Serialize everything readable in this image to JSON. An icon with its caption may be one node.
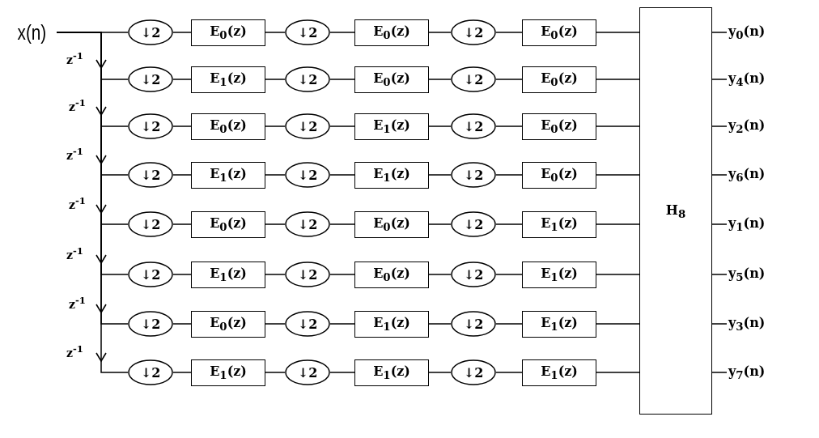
{
  "diagram": {
    "nodes": [
      {
        "text": [
          "x(n)"
        ]
      },
      {
        "text": [
          "↓2"
        ]
      },
      {
        "text": [
          "E$_{0}$(z)"
        ]
      },
      {
        "text": [
          "↓2"
        ]
      },
      {
        "text": [
          "E$_{0}$(z)"
        ]
      },
      {
        "text": [
          "↓2"
        ]
      },
      {
        "text": [
          "E$_{0}$(z)"
        ]
      },
      {
        "text": [
          "↓2"
        ]
      },
      {
        "text": [
          "E$_{1}$(z)"
        ]
      },
      {
        "text": [
          "↓2"
        ]
      },
      {
        "text": [
          "E$_{0}$(z)"
        ]
      },
      {
        "text": [
          "↓2"
        ]
      },
      {
        "text": [
          "E$_{0}$(z)"
        ]
      },
      {
        "text": [
          "↓2"
        ]
      },
      {
        "text": [
          "E$_{0}$(z)"
        ]
      },
      {
        "text": [
          "↓2"
        ]
      },
      {
        "text": [
          "E$_{1}$(z)"
        ]
      },
      {
        "text": [
          "↓2"
        ]
      },
      {
        "text": [
          "E$_{0}$(z)"
        ]
      },
      {
        "text": [
          "↓2"
        ]
      },
      {
        "text": [
          "E$_{1}$(z)"
        ]
      },
      {
        "text": [
          "↓2"
        ]
      },
      {
        "text": [
          "E$_{1}$(z)"
        ]
      },
      {
        "text": [
          "↓2"
        ]
      },
      {
        "text": [
          "E$_{0}$(z)"
        ]
      },
      {
        "text": [
          "↓2"
        ]
      },
      {
        "text": [
          "E$_{0}$(z)"
        ]
      },
      {
        "text": [
          "↓2"
        ]
      },
      {
        "text": [
          "E$_{0}$(z)"
        ]
      },
      {
        "text": [
          "↓2"
        ]
      },
      {
        "text": [
          "E$_{1}$(z)"
        ]
      },
      {
        "text": [
          "↓2"
        ]
      },
      {
        "text": [
          "E$_{1}$(z)"
        ]
      },
      {
        "text": [
          "↓2"
        ]
      },
      {
        "text": [
          "E$_{0}$(z)"
        ]
      },
      {
        "text": [
          "↓2"
        ]
      },
      {
        "text": [
          "E$_{1}$(z)"
        ]
      },
      {
        "text": [
          "↓2"
        ]
      },
      {
        "text": [
          "E$_{0}$(z)"
        ]
      },
      {
        "text": [
          "↓2"
        ]
      },
      {
        "text": [
          "E$_{1}$(z)"
        ]
      },
      {
        "text": [
          "↓2"
        ]
      },
      {
        "text": [
          "E$_{1}$(z)"
        ]
      },
      {
        "text": [
          "↓2"
        ]
      },
      {
        "text": [
          "E$_{1}$(z)"
        ]
      },
      {
        "text": [
          "↓2"
        ]
      },
      {
        "text": [
          "E$_{1}$(z)"
        ]
      },
      {
        "text": [
          "↓2"
        ]
      },
      {
        "text": [
          "E$_{1}$(z)"
        ]
      },
      {
        "text": [
          "H$_{8}$"
        ]
      },
      {
        "text": [
          "y$_{0}$(n)"
        ]
      },
      {
        "text": [
          "y$_{4}$(n)"
        ]
      },
      {
        "text": [
          "y$_{2}$(n)"
        ]
      },
      {
        "text": [
          "y$_{6}$(n)"
        ]
      },
      {
        "text": [
          "y$_{1}$(n)"
        ]
      },
      {
        "text": [
          "y$_{5}$(n)"
        ]
      },
      {
        "text": [
          "y$_{3}$(n)"
        ]
      },
      {
        "text": [
          "y$_{7}$(n)"
        ]
      }
    ],
    "edges": [
      {
        "from": 0,
        "to": 1,
        "arrow": "none"
      },
      {
        "from": 0,
        "to": 7,
        "arrow": "to"
      },
      {
        "from": 0,
        "to": 13,
        "arrow": "to"
      },
      {
        "from": 0,
        "to": 19,
        "arrow": "to"
      },
      {
        "from": 0,
        "to": 25,
        "arrow": "to"
      },
      {
        "from": 0,
        "to": 31,
        "arrow": "to"
      },
      {
        "from": 0,
        "to": 37,
        "arrow": "to"
      },
      {
        "from": 0,
        "to": 43,
        "arrow": "to"
      },
      {
        "from": 1,
        "to": 2,
        "arrow": "none"
      },
      {
        "from": 2,
        "to": 3,
        "arrow": "none"
      },
      {
        "from": 3,
        "to": 4,
        "arrow": "none"
      },
      {
        "from": 4,
        "to": 5,
        "arrow": "none"
      },
      {
        "from": 5,
        "to": 6,
        "arrow": "none"
      },
      {
        "from": 6,
        "to": 49,
        "arrow": "none"
      },
      {
        "from": 7,
        "to": 8,
        "arrow": "none"
      },
      {
        "from": 8,
        "to": 9,
        "arrow": "none"
      },
      {
        "from": 9,
        "to": 10,
        "arrow": "none"
      },
      {
        "from": 10,
        "to": 11,
        "arrow": "none"
      },
      {
        "from": 11,
        "to": 12,
        "arrow": "none"
      },
      {
        "from": 12,
        "to": 49,
        "arrow": "none"
      },
      {
        "from": 13,
        "to": 14,
        "arrow": "none"
      },
      {
        "from": 14,
        "to": 15,
        "arrow": "none"
      },
      {
        "from": 15,
        "to": 16,
        "arrow": "none"
      },
      {
        "from": 16,
        "to": 17,
        "arrow": "none"
      },
      {
        "from": 17,
        "to": 18,
        "arrow": "none"
      },
      {
        "from": 18,
        "to": 49,
        "arrow": "none"
      },
      {
        "from": 19,
        "to": 20,
        "arrow": "none"
      },
      {
        "from": 20,
        "to": 21,
        "arrow": "none"
      },
      {
        "from": 21,
        "to": 22,
        "arrow": "none"
      },
      {
        "from": 22,
        "to": 23,
        "arrow": "none"
      },
      {
        "from": 23,
        "to": 24,
        "arrow": "none"
      },
      {
        "from": 24,
        "to": 49,
        "arrow": "none"
      },
      {
        "from": 25,
        "to": 26,
        "arrow": "none"
      },
      {
        "from": 26,
        "to": 27,
        "arrow": "none"
      },
      {
        "from": 27,
        "to": 28,
        "arrow": "none"
      },
      {
        "from": 28,
        "to": 29,
        "arrow": "none"
      },
      {
        "from": 29,
        "to": 30,
        "arrow": "none"
      },
      {
        "from": 30,
        "to": 49,
        "arrow": "none"
      },
      {
        "from": 31,
        "to": 32,
        "arrow": "none"
      },
      {
        "from": 32,
        "to": 33,
        "arrow": "none"
      },
      {
        "from": 33,
        "to": 34,
        "arrow": "none"
      },
      {
        "from": 34,
        "to": 35,
        "arrow": "none"
      },
      {
        "from": 35,
        "to": 36,
        "arrow": "none"
      },
      {
        "from": 36,
        "to": 49,
        "arrow": "none"
      },
      {
        "from": 37,
        "to": 38,
        "arrow": "none"
      },
      {
        "from": 38,
        "to": 39,
        "arrow": "none"
      },
      {
        "from": 39,
        "to": 40,
        "arrow": "none"
      },
      {
        "from": 40,
        "to": 41,
        "arrow": "none"
      },
      {
        "from": 41,
        "to": 42,
        "arrow": "none"
      },
      {
        "from": 42,
        "to": 49,
        "arrow": "none"
      },
      {
        "from": 43,
        "to": 44,
        "arrow": "none"
      },
      {
        "from": 44,
        "to": 45,
        "arrow": "none"
      },
      {
        "from": 45,
        "to": 46,
        "arrow": "none"
      },
      {
        "from": 46,
        "to": 47,
        "arrow": "none"
      },
      {
        "from": 47,
        "to": 48,
        "arrow": "none"
      },
      {
        "from": 48,
        "to": 49,
        "arrow": "none"
      },
      {
        "from": 49,
        "to": 50,
        "arrow": "none"
      },
      {
        "from": 49,
        "to": 51,
        "arrow": "none"
      },
      {
        "from": 49,
        "to": 52,
        "arrow": "none"
      },
      {
        "from": 49,
        "to": 53,
        "arrow": "none"
      },
      {
        "from": 49,
        "to": 54,
        "arrow": "none"
      },
      {
        "from": 49,
        "to": 55,
        "arrow": "none"
      },
      {
        "from": 49,
        "to": 56,
        "arrow": "none"
      },
      {
        "from": 49,
        "to": 57,
        "arrow": "none"
      }
    ],
    "labels": [
      "z$^{-1}$",
      "z$^{-1}$",
      "z$^{-1}$",
      "z$^{-1}$",
      "z$^{-1}$",
      "z$^{-1}$",
      "z$^{-1}$"
    ]
  }
}
